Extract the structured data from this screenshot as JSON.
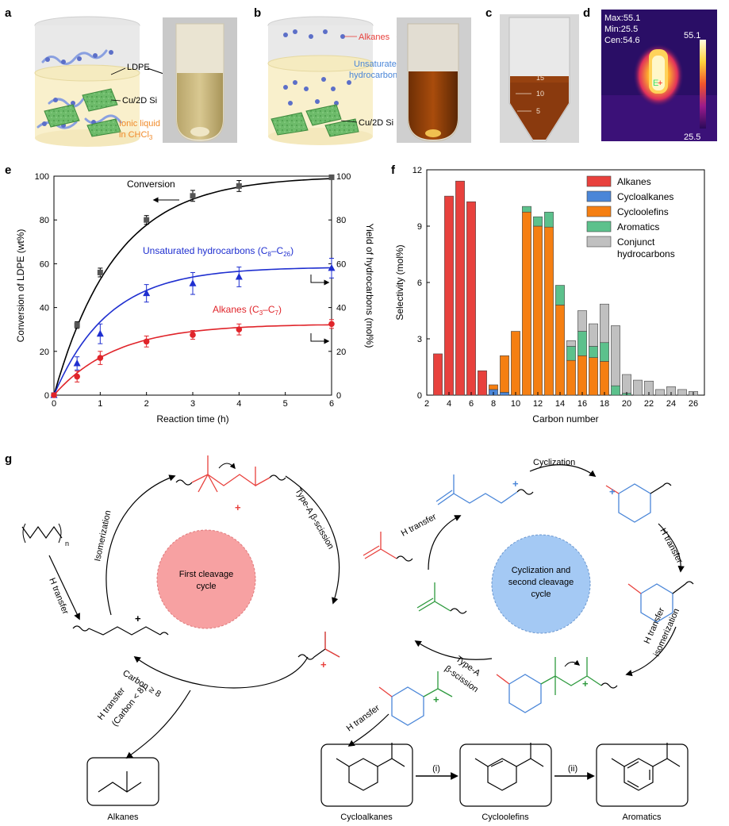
{
  "panel_letters": {
    "a": "a",
    "b": "b",
    "c": "c",
    "d": "d",
    "e": "e",
    "f": "f",
    "g": "g"
  },
  "panel_a": {
    "label_ldpe": "LDPE",
    "label_cu": "Cu/2D Si",
    "label_il_1": "Ionic liquid",
    "label_il_2": "in CHCl",
    "label_il_sub": "3"
  },
  "panel_b": {
    "label_alkanes": "Alkanes",
    "label_unsat_1": "Unsaturated",
    "label_unsat_2": "hydrocarbons",
    "label_cu": "Cu/2D Si"
  },
  "panel_c": {
    "marks": [
      "15",
      "10",
      "5"
    ]
  },
  "panel_d": {
    "max": "Max:55.1",
    "min": "Min:25.5",
    "cen": "Cen:54.6",
    "scale_top": "55.1",
    "scale_bottom": "25.5"
  },
  "panel_e": {
    "label_conversion": "Conversion",
    "label_unsat": "Unsaturated hydrocarbons (C",
    "label_unsat_sub1": "8",
    "label_unsat_mid": "–C",
    "label_unsat_sub2": "26",
    "label_unsat_end": ")",
    "label_alkanes": "Alkanes (C",
    "label_alk_sub1": "3",
    "label_alk_mid": "–C",
    "label_alk_sub2": "7",
    "label_alk_end": ")"
  },
  "panel_g": {
    "first_cycle_1": "First cleavage",
    "first_cycle_2": "cycle",
    "second_cycle_1": "Cyclization and",
    "second_cycle_2": "second cleavage",
    "second_cycle_3": "cycle",
    "n_subscript": "n",
    "h_transfer_left": "H transfer",
    "isomerization": "Isomerization",
    "type_a_beta": "Type-A β-scission",
    "carbon_ge8": "Carbon ≥ 8",
    "h_transfer_lt8_1": "H transfer",
    "h_transfer_lt8_2": "(Carbon < 8)",
    "h_transfer_mid": "H transfer",
    "cyclization": "Cyclization",
    "h_transfer_right": "H transfer",
    "h_transfer_iso_1": "H transfer",
    "h_transfer_iso_2": "isomerization",
    "type_a_2_1": "Type-A",
    "type_a_2_2": "β-scission",
    "h_transfer_bottom": "H transfer",
    "box_alkanes": "Alkanes",
    "box_cycloalkanes": "Cycloalkanes",
    "box_cycloolefins": "Cycloolefins",
    "box_aromatics": "Aromatics",
    "step_i": "(i)",
    "step_ii": "(ii)"
  },
  "colors": {
    "alkanes": "#e8413d",
    "cycloalkanes": "#4a86d8",
    "cycloolefins": "#f57f12",
    "aromatics": "#5cc18c",
    "conjunct": "#c0c0c0",
    "first_cycle_fill": "#f7a1a2",
    "second_cycle_fill": "#a4c9f4",
    "conversion_line": "#000000",
    "unsat_line": "#1f2fd0",
    "alkane_line": "#e0242a"
  },
  "chart_data": [
    {
      "type": "line",
      "panel": "e",
      "xlabel": "Reaction time (h)",
      "ylabel": "Conversion of LDPE (wt%)",
      "y2label": "Yield of hydrocarbons (mol%)",
      "xlim": [
        0,
        6
      ],
      "ylim": [
        0,
        100
      ],
      "y2lim": [
        0,
        100
      ],
      "xticks": [
        0,
        1,
        2,
        3,
        4,
        5,
        6
      ],
      "yticks": [
        0,
        20,
        40,
        60,
        80,
        100
      ],
      "y2ticks": [
        0,
        20,
        40,
        60,
        80,
        100
      ],
      "series": [
        {
          "name": "Conversion",
          "marker": "square",
          "color": "#000000",
          "x": [
            0,
            0.5,
            1,
            2,
            3,
            4,
            6
          ],
          "y": [
            0,
            32,
            56,
            80,
            91,
            95.5,
            99.5
          ],
          "err": [
            0,
            1.5,
            2,
            2,
            2.5,
            2.5,
            0.5
          ],
          "fit_k": 0.75,
          "fit_max": 100
        },
        {
          "name": "Unsaturated hydrocarbons (C8–C26)",
          "marker": "triangle",
          "color": "#1f2fd0",
          "x": [
            0,
            0.5,
            1,
            2,
            3,
            4,
            6
          ],
          "y": [
            0,
            14.5,
            28,
            46.5,
            51,
            54,
            58
          ],
          "err": [
            0,
            3,
            4.5,
            4,
            5,
            4.5,
            4.5
          ],
          "fit_k": 0.85,
          "fit_max": 58.5
        },
        {
          "name": "Alkanes (C3–C7)",
          "marker": "circle",
          "color": "#e0242a",
          "x": [
            0,
            0.5,
            1,
            2,
            3,
            4,
            6
          ],
          "y": [
            0,
            8.5,
            17,
            24.5,
            27.5,
            30,
            32.5
          ],
          "err": [
            0,
            2.5,
            3,
            2.5,
            2,
            2.5,
            2
          ],
          "fit_k": 0.75,
          "fit_max": 32.5
        }
      ]
    },
    {
      "type": "bar",
      "panel": "f",
      "stacked": true,
      "xlabel": "Carbon number",
      "ylabel": "Selectivity (mol%)",
      "ylim": [
        0,
        12
      ],
      "yticks": [
        0,
        3,
        6,
        9,
        12
      ],
      "xlim": [
        2,
        27
      ],
      "xticks": [
        2,
        4,
        6,
        8,
        10,
        12,
        14,
        16,
        18,
        20,
        22,
        24,
        26
      ],
      "categories": [
        3,
        4,
        5,
        6,
        7,
        8,
        9,
        10,
        11,
        12,
        13,
        14,
        15,
        16,
        17,
        18,
        19,
        20,
        21,
        22,
        23,
        24,
        25,
        26
      ],
      "legend_position": "top-right",
      "series": [
        {
          "name": "Alkanes",
          "color": "#e8413d",
          "values": [
            2.2,
            10.6,
            11.4,
            10.3,
            1.3,
            0,
            0,
            0,
            0,
            0,
            0,
            0,
            0,
            0,
            0,
            0,
            0,
            0,
            0,
            0,
            0,
            0,
            0,
            0
          ]
        },
        {
          "name": "Cycloalkanes",
          "color": "#4a86d8",
          "values": [
            0,
            0,
            0,
            0,
            0,
            0.3,
            0.15,
            0,
            0,
            0,
            0,
            0,
            0,
            0,
            0,
            0,
            0,
            0,
            0,
            0,
            0,
            0,
            0,
            0
          ]
        },
        {
          "name": "Cycloolefins",
          "color": "#f57f12",
          "values": [
            0,
            0,
            0,
            0,
            0,
            0.25,
            1.95,
            3.4,
            9.75,
            9.0,
            8.95,
            4.8,
            1.85,
            2.1,
            2.0,
            1.8,
            0,
            0,
            0,
            0,
            0,
            0,
            0,
            0
          ]
        },
        {
          "name": "Aromatics",
          "color": "#5cc18c",
          "values": [
            0,
            0,
            0,
            0,
            0,
            0,
            0,
            0,
            0.3,
            0.5,
            0.8,
            1.05,
            0.75,
            1.3,
            0.6,
            1.0,
            0.5,
            0.1,
            0,
            0,
            0,
            0,
            0,
            0
          ]
        },
        {
          "name": "Conjunct hydrocarbons",
          "color": "#c0c0c0",
          "values": [
            0,
            0,
            0,
            0,
            0,
            0,
            0,
            0,
            0,
            0,
            0,
            0,
            0.3,
            1.1,
            1.2,
            2.05,
            3.2,
            1.0,
            0.8,
            0.75,
            0.3,
            0.45,
            0.3,
            0.2
          ]
        }
      ]
    }
  ]
}
